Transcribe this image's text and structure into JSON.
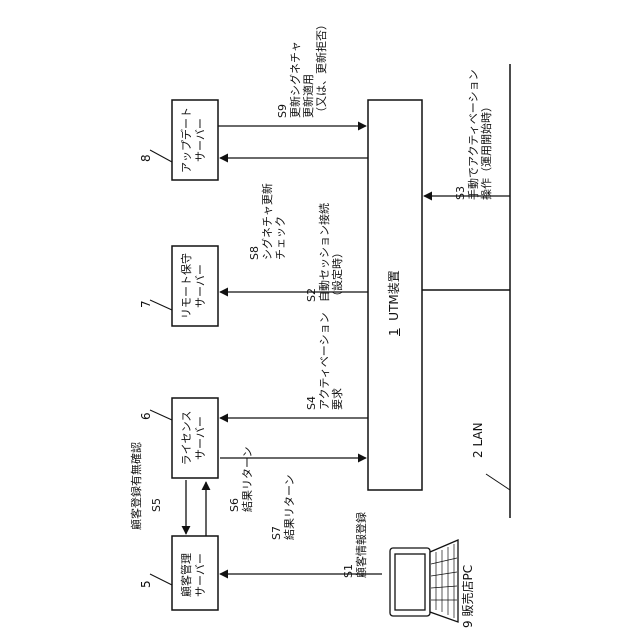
{
  "nodes": {
    "customer_server": {
      "number": "5",
      "lines": [
        "顧客管理",
        "サーバー"
      ]
    },
    "license_server": {
      "number": "6",
      "lines": [
        "ライセンス",
        "サーバー"
      ]
    },
    "remote_server": {
      "number": "7",
      "lines": [
        "リモート保守",
        "サーバー"
      ]
    },
    "update_server": {
      "number": "8",
      "lines": [
        "アップデート",
        "サーバー"
      ]
    },
    "utm": {
      "number": "1",
      "label": "UTM装置"
    },
    "pc": {
      "number": "9",
      "label": "販売店PC"
    },
    "lan": {
      "label": "2 LAN"
    }
  },
  "steps": {
    "s1": {
      "id": "S1",
      "lines": [
        "顧客情報登録"
      ]
    },
    "s2": {
      "id": "S2",
      "lines": [
        "自動セッション接続",
        "（設定時）"
      ]
    },
    "s3": {
      "id": "S3",
      "lines": [
        "手動でアクティベーション",
        "操作（運用開始時）"
      ]
    },
    "s4": {
      "id": "S4",
      "lines": [
        "アクティベーション",
        "要求"
      ]
    },
    "s5": {
      "id": "S5",
      "lines": [
        "顧客登録有無確認"
      ]
    },
    "s6": {
      "id": "S6",
      "lines": [
        "結果リターン"
      ]
    },
    "s7": {
      "id": "S7",
      "lines": [
        "結果リターン"
      ]
    },
    "s8": {
      "id": "S8",
      "lines": [
        "シグネチャ更新",
        "チェック"
      ]
    },
    "s9": {
      "id": "S9",
      "lines": [
        "更新シグネチャ",
        "更新適用",
        "（又は、更新拒否）"
      ]
    }
  }
}
